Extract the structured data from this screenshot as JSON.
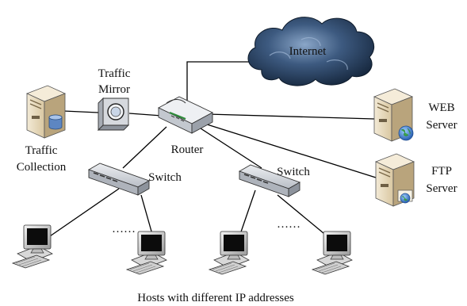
{
  "labels": {
    "internet": "Internet",
    "traffic_mirror_line1": "Traffic",
    "traffic_mirror_line2": "Mirror",
    "traffic_collection_line1": "Traffic",
    "traffic_collection_line2": "Collection",
    "router": "Router",
    "switch_left": "Switch",
    "switch_right": "Switch",
    "web_server_line1": "WEB",
    "web_server_line2": "Server",
    "ftp_server_line1": "FTP",
    "ftp_server_line2": "Server",
    "dots_left": "……",
    "dots_right": "……",
    "hosts_caption": "Hosts with different IP addresses"
  },
  "icons": [
    "cloud-icon",
    "router-icon",
    "switch-icon",
    "server-icon",
    "mirror-icon",
    "computer-icon",
    "globe-icon"
  ],
  "colors": {
    "cloud_dark": "#1f3550",
    "cloud_light": "#6f8fb4",
    "server_beige": "#e9dcc0",
    "server_shadow": "#b9a47c",
    "switch_gray": "#c8ccd2",
    "globe_green": "#3aa34a",
    "globe_blue": "#4a7fc8"
  }
}
